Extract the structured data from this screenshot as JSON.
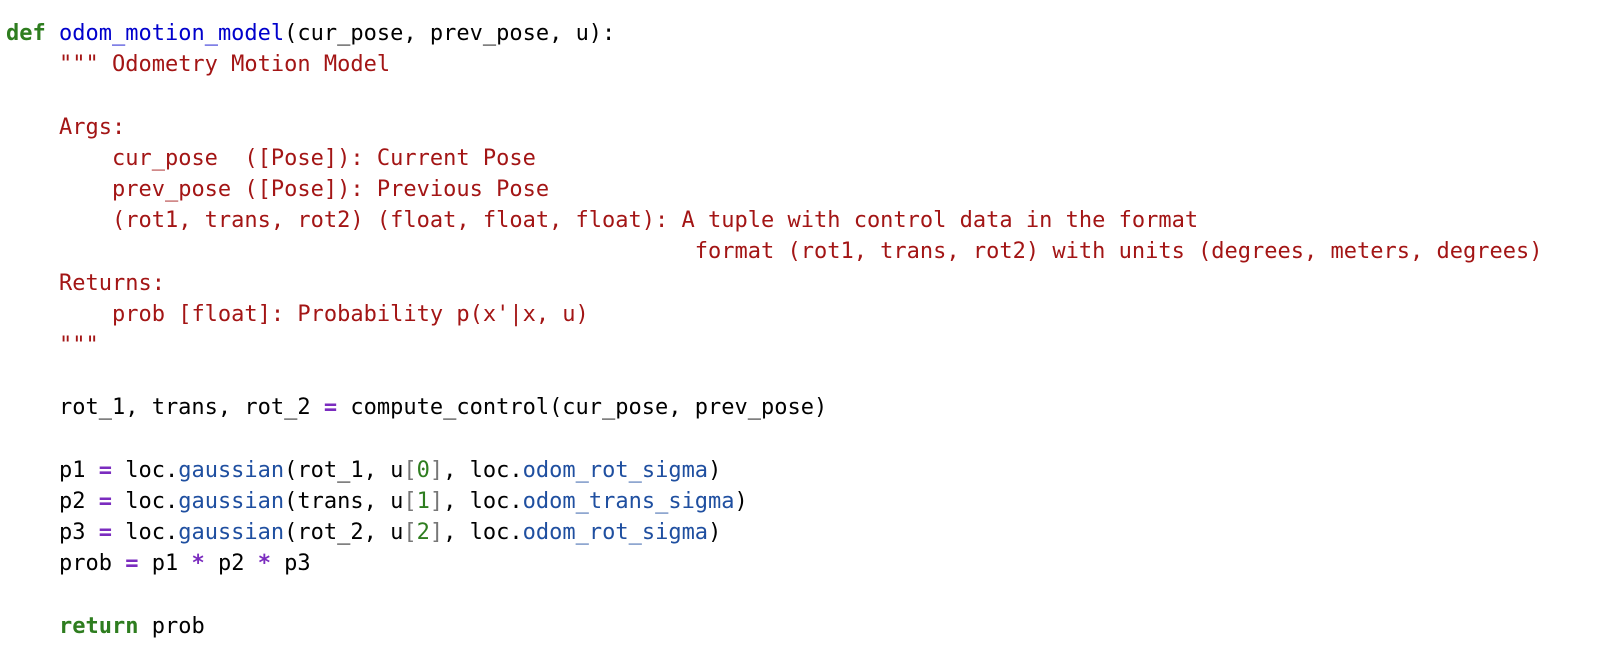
{
  "code_lines": [
    [
      {
        "t": "kw",
        "v": "def"
      },
      {
        "t": "plain",
        "v": " "
      },
      {
        "t": "fn",
        "v": "odom_motion_model"
      },
      {
        "t": "plain",
        "v": "(cur_pose, prev_pose, u):"
      }
    ],
    [
      {
        "t": "plain",
        "v": "    "
      },
      {
        "t": "str",
        "v": "\"\"\" Odometry Motion Model"
      }
    ],
    [],
    [
      {
        "t": "plain",
        "v": "    "
      },
      {
        "t": "str",
        "v": "Args:"
      }
    ],
    [
      {
        "t": "plain",
        "v": "        "
      },
      {
        "t": "str",
        "v": "cur_pose  ([Pose]): Current Pose"
      }
    ],
    [
      {
        "t": "plain",
        "v": "        "
      },
      {
        "t": "str",
        "v": "prev_pose ([Pose]): Previous Pose"
      }
    ],
    [
      {
        "t": "plain",
        "v": "        "
      },
      {
        "t": "str",
        "v": "(rot1, trans, rot2) (float, float, float): A tuple with control data in the format"
      }
    ],
    [
      {
        "t": "plain",
        "v": "                                                    "
      },
      {
        "t": "str",
        "v": "format (rot1, trans, rot2) with units (degrees, meters, degrees)"
      }
    ],
    [
      {
        "t": "plain",
        "v": "    "
      },
      {
        "t": "str",
        "v": "Returns:"
      }
    ],
    [
      {
        "t": "plain",
        "v": "        "
      },
      {
        "t": "str",
        "v": "prob [float]: Probability p(x'|x, u)"
      }
    ],
    [
      {
        "t": "plain",
        "v": "    "
      },
      {
        "t": "str",
        "v": "\"\"\""
      }
    ],
    [],
    [
      {
        "t": "plain",
        "v": "    rot_1, trans, rot_2 "
      },
      {
        "t": "op",
        "v": "="
      },
      {
        "t": "plain",
        "v": " compute_control(cur_pose, prev_pose)"
      }
    ],
    [],
    [
      {
        "t": "plain",
        "v": "    p1 "
      },
      {
        "t": "op",
        "v": "="
      },
      {
        "t": "plain",
        "v": " loc."
      },
      {
        "t": "attr",
        "v": "gaussian"
      },
      {
        "t": "plain",
        "v": "(rot_1, u"
      },
      {
        "t": "brk",
        "v": "["
      },
      {
        "t": "num",
        "v": "0"
      },
      {
        "t": "brk",
        "v": "]"
      },
      {
        "t": "plain",
        "v": ", loc."
      },
      {
        "t": "attr",
        "v": "odom_rot_sigma"
      },
      {
        "t": "plain",
        "v": ")"
      }
    ],
    [
      {
        "t": "plain",
        "v": "    p2 "
      },
      {
        "t": "op",
        "v": "="
      },
      {
        "t": "plain",
        "v": " loc."
      },
      {
        "t": "attr",
        "v": "gaussian"
      },
      {
        "t": "plain",
        "v": "(trans, u"
      },
      {
        "t": "brk",
        "v": "["
      },
      {
        "t": "num",
        "v": "1"
      },
      {
        "t": "brk",
        "v": "]"
      },
      {
        "t": "plain",
        "v": ", loc."
      },
      {
        "t": "attr",
        "v": "odom_trans_sigma"
      },
      {
        "t": "plain",
        "v": ")"
      }
    ],
    [
      {
        "t": "plain",
        "v": "    p3 "
      },
      {
        "t": "op",
        "v": "="
      },
      {
        "t": "plain",
        "v": " loc."
      },
      {
        "t": "attr",
        "v": "gaussian"
      },
      {
        "t": "plain",
        "v": "(rot_2, u"
      },
      {
        "t": "brk",
        "v": "["
      },
      {
        "t": "num",
        "v": "2"
      },
      {
        "t": "brk",
        "v": "]"
      },
      {
        "t": "plain",
        "v": ", loc."
      },
      {
        "t": "attr",
        "v": "odom_rot_sigma"
      },
      {
        "t": "plain",
        "v": ")"
      }
    ],
    [
      {
        "t": "plain",
        "v": "    prob "
      },
      {
        "t": "op",
        "v": "="
      },
      {
        "t": "plain",
        "v": " p1 "
      },
      {
        "t": "op",
        "v": "*"
      },
      {
        "t": "plain",
        "v": " p2 "
      },
      {
        "t": "op",
        "v": "*"
      },
      {
        "t": "plain",
        "v": " p3"
      }
    ],
    [],
    [
      {
        "t": "plain",
        "v": "    "
      },
      {
        "t": "kw",
        "v": "return"
      },
      {
        "t": "plain",
        "v": " prob"
      }
    ]
  ],
  "colors": {
    "keyword": "#2e7d1f",
    "function_name": "#0000cc",
    "string": "#a31515",
    "operator": "#7b2cbf",
    "attribute": "#1f4fa0",
    "number": "#2e7d1f",
    "bracket": "#777777",
    "text": "#000000",
    "background": "#ffffff"
  }
}
